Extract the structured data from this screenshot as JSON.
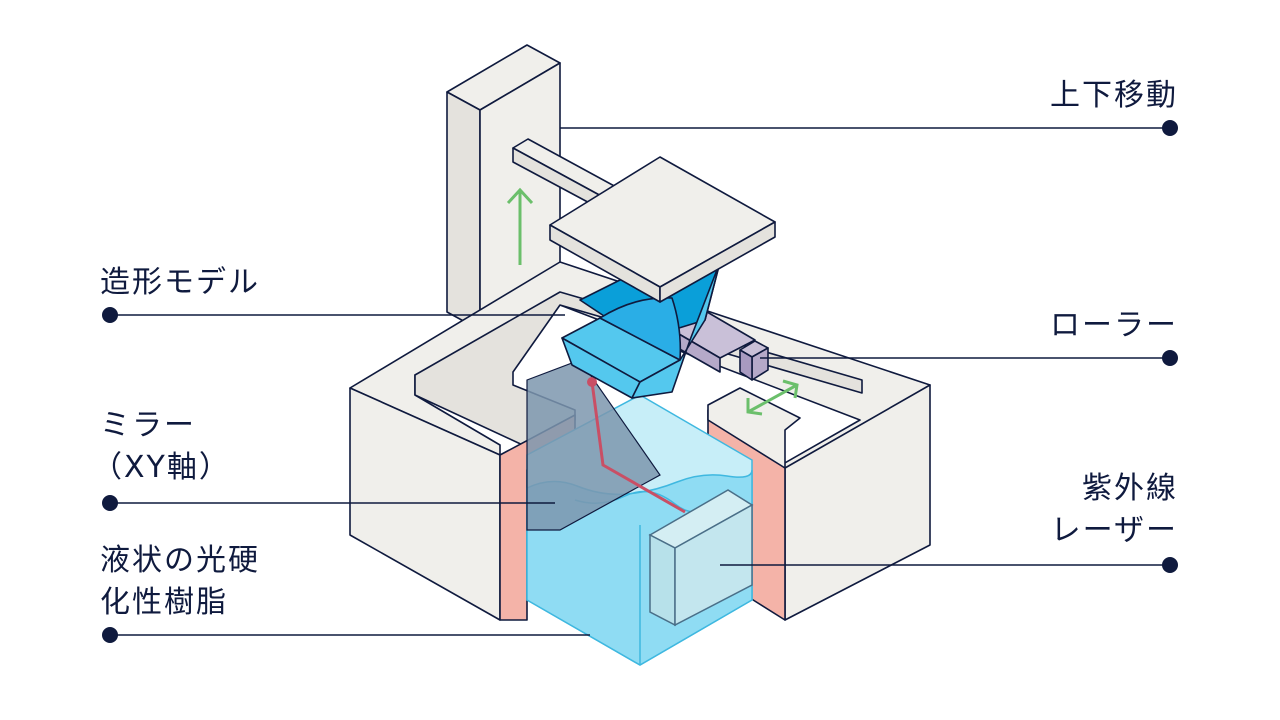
{
  "labels": {
    "vertical_move": "上下移動",
    "model": "造形モデル",
    "roller": "ローラー",
    "mirror_line1": "ミラー",
    "mirror_line2": "（XY軸）",
    "uv_laser_line1": "紫外線",
    "uv_laser_line2": "レーザー",
    "resin_line1": "液状の光硬",
    "resin_line2": "化性樹脂"
  },
  "colors": {
    "outline": "#0f1a3e",
    "body_light": "#f0efeb",
    "body_mid": "#e4e2dd",
    "inner_wall": "#f4b3a8",
    "resin": "#8fdcf3",
    "resin_light": "#c7eef8",
    "model": "#54c8ee",
    "model_dark": "#0a9fd9",
    "mirror": "#7d96ae",
    "laser_box": "#b7e1ea",
    "roller": "#b5a9c9",
    "laser_beam": "#c94f65",
    "arrow": "#6bbf6b"
  }
}
